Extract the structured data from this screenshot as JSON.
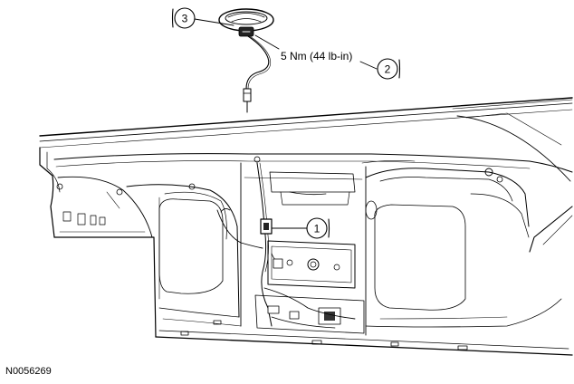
{
  "callouts": [
    {
      "number": "1"
    },
    {
      "number": "2"
    },
    {
      "number": "3"
    }
  ],
  "torque_spec": "5 Nm (44 lb-in)",
  "figure_id": "N0056269"
}
